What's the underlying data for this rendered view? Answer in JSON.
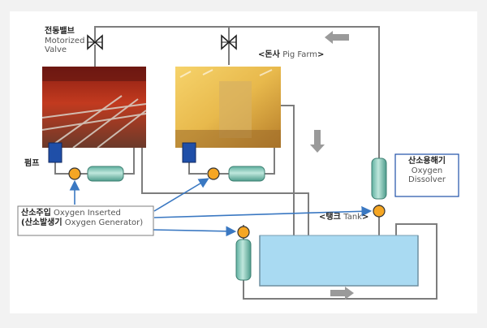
{
  "labels": {
    "motorized_valve_ko": "전동밸브",
    "motorized_valve_en_1": "Motorized",
    "motorized_valve_en_2": "Valve",
    "pig_farm_prefix": "<돈사 ",
    "pig_farm_en": "Pig Farm",
    "pig_farm_suffix": ">",
    "pump_ko": "펌프",
    "dissolver_ko": "산소용해기",
    "dissolver_en_1": "Oxygen",
    "dissolver_en_2": "Dissolver",
    "oxygen_inserted_ko": "산소주입",
    "oxygen_inserted_en": "Oxygen Inserted",
    "oxygen_generator_ko": "(산소발생기",
    "oxygen_generator_en": "Oxygen Generator)",
    "tank_prefix": "<탱크 ",
    "tank_en": "Tank",
    "tank_suffix": ">"
  },
  "colors": {
    "background": "#f2f2f2",
    "panel": "#ffffff",
    "pipe": "#7d7d7d",
    "oxygen_line": "#3a78c2",
    "tank_water": "#a9daf2",
    "pump_blue": "#1f4fa8",
    "filter_teal": "#7ec8b8",
    "valve_orange": "#f5a623",
    "arrow_gray": "#9a9a9a"
  },
  "icons": {
    "motorized_valve": "valve-icon",
    "pump": "pump-icon",
    "oxygen_joint": "oxygen-joint-icon",
    "filter": "filter-cylinder-icon",
    "flow_arrow": "flow-arrow-icon"
  }
}
